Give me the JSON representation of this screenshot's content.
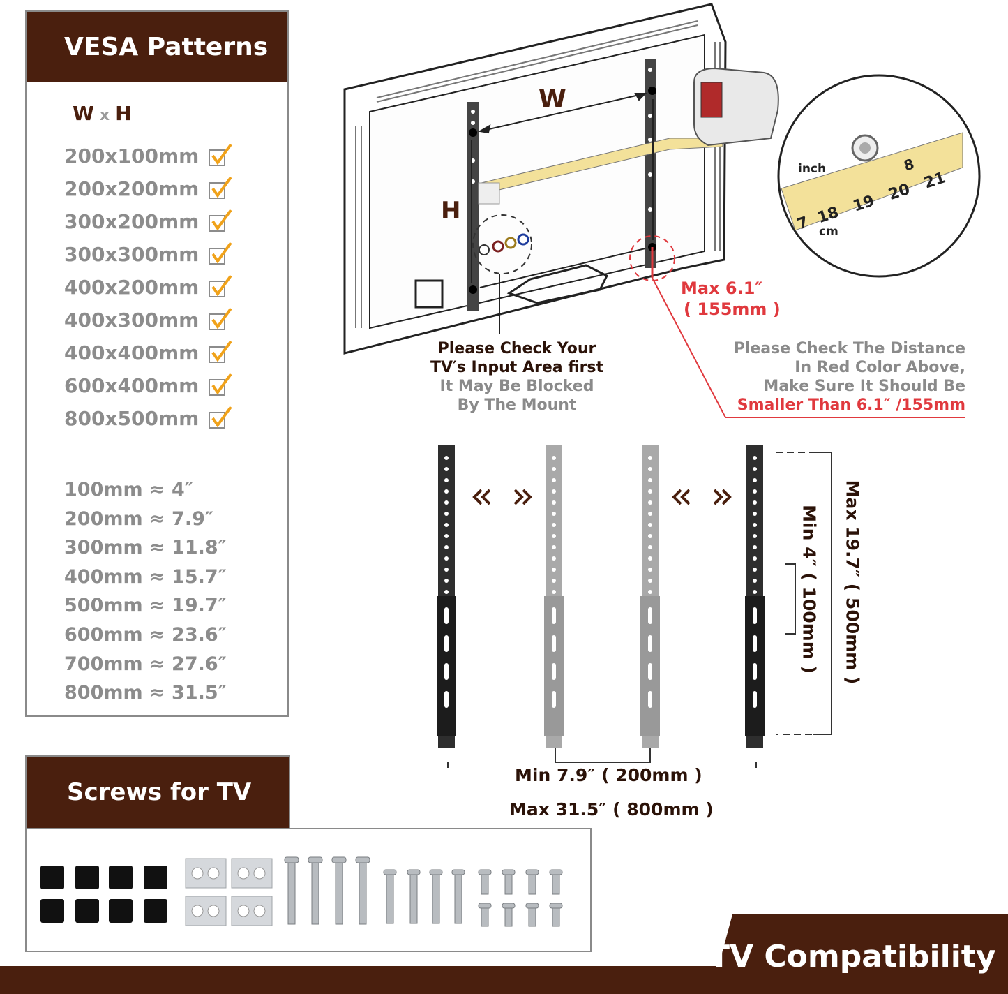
{
  "vesa_panel": {
    "title": "VESA Patterns",
    "wxh": {
      "w": "W",
      "x": "x",
      "h": "H"
    },
    "patterns": [
      "200x100mm",
      "200x200mm",
      "300x200mm",
      "300x300mm",
      "400x200mm",
      "400x300mm",
      "400x400mm",
      "600x400mm",
      "800x500mm"
    ],
    "conversions": [
      "100mm ≈ 4″",
      "200mm ≈ 7.9″",
      "300mm ≈ 11.8″",
      "400mm ≈ 15.7″",
      "500mm ≈ 19.7″",
      "600mm ≈ 23.6″",
      "700mm ≈ 27.6″",
      "800mm ≈ 31.5″"
    ]
  },
  "screws_panel": {
    "title": "Screws for TV"
  },
  "banner": {
    "title": "TV  Compatibility"
  },
  "diagram": {
    "w_label": "W",
    "h_label": "H",
    "tape_unit_top": "inch",
    "tape_unit_bottom": "cm",
    "tape_numbers_cm": [
      "7",
      "18",
      "19",
      "20",
      "21"
    ],
    "tape_number_inch": "8",
    "max_distance": [
      "Max  6.1″",
      "( 155mm )"
    ],
    "input_note": {
      "line1": "Please Check Your",
      "line2": "TV′s Input Area first",
      "line3": "It May Be Blocked",
      "line4": "By The Mount"
    },
    "distance_note": {
      "line1": "Please Check The Distance",
      "line2": "In Red Color Above,",
      "line3": "Make Sure It Should Be",
      "line4": "Smaller Than 6.1″  /155mm"
    },
    "min_width": "Min  7.9″ ( 200mm )",
    "max_width": "Max  31.5″ ( 800mm )",
    "max_height": "Max  19.7″ ( 500mm )",
    "min_height": "Min  4″ ( 100mm )"
  },
  "colors": {
    "brand_brown": "#4a1f0e",
    "accent_red": "#e0393e",
    "text_grey": "#8c8c8c",
    "check_orange": "#f0a21a"
  }
}
